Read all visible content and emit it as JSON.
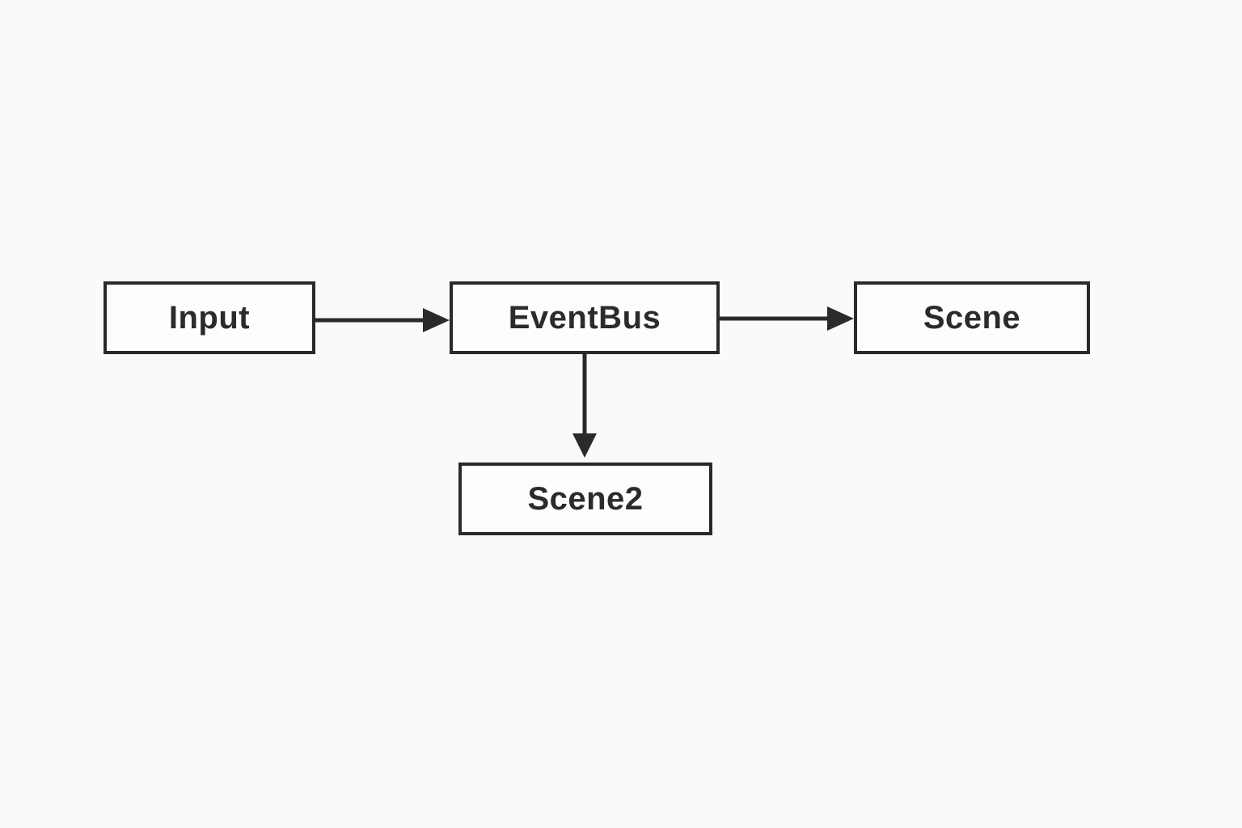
{
  "diagram": {
    "nodes": [
      {
        "id": "input",
        "label": "Input"
      },
      {
        "id": "eventbus",
        "label": "EventBus"
      },
      {
        "id": "scene",
        "label": "Scene"
      },
      {
        "id": "scene2",
        "label": "Scene2"
      }
    ],
    "edges": [
      {
        "from": "Input",
        "to": "EventBus",
        "direction": "right"
      },
      {
        "from": "EventBus",
        "to": "Scene",
        "direction": "right"
      },
      {
        "from": "EventBus",
        "to": "Scene2",
        "direction": "down"
      }
    ],
    "colors": {
      "background": "#fafaf8",
      "node_fill": "#fdfdfd",
      "stroke": "#2a2a2a",
      "text": "#2b2b2b"
    }
  }
}
